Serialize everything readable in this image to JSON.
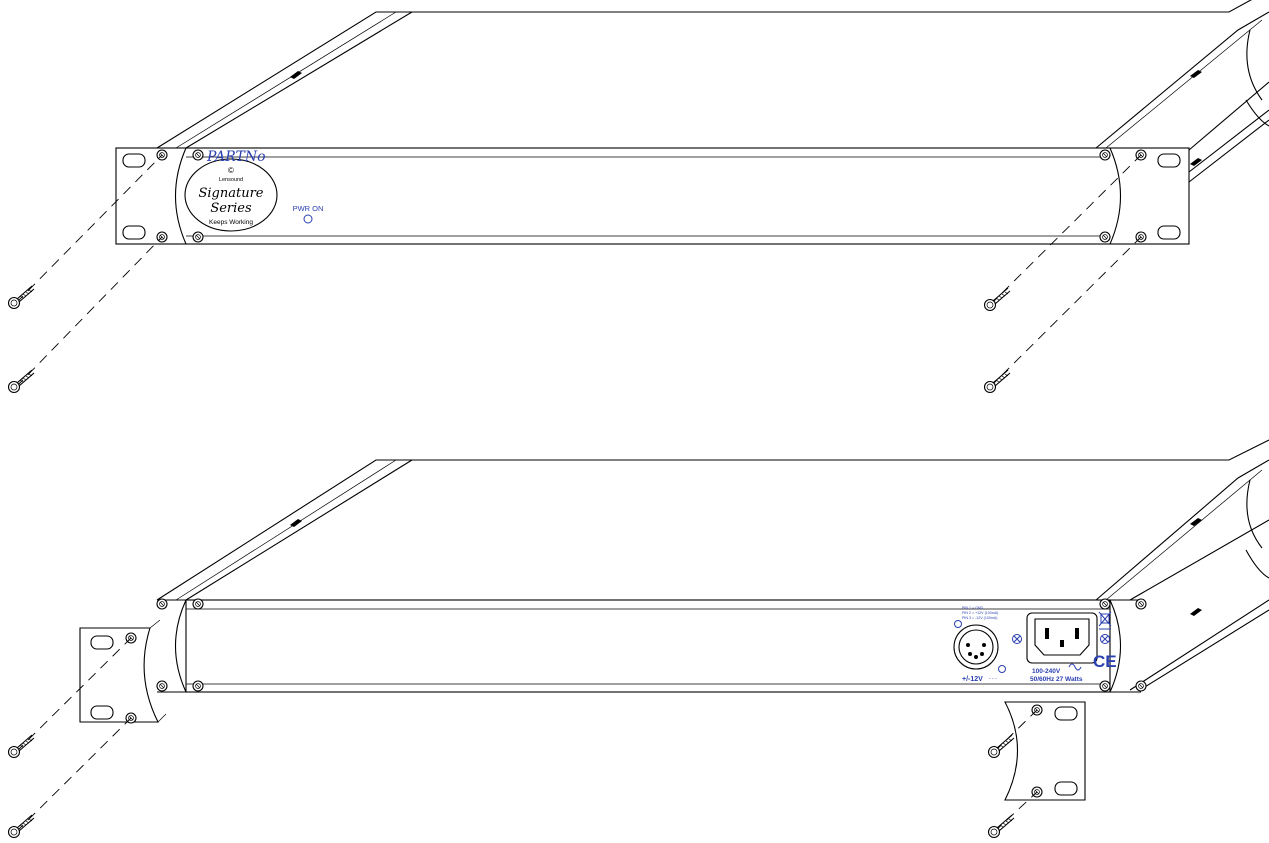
{
  "front_panel": {
    "brand_script": "PARTNo",
    "maker": "Lensound",
    "series_line1": "Signature",
    "series_line2": "Series",
    "tagline": "Keeps Working",
    "led_label": "PWR ON"
  },
  "rear_panel": {
    "xlr_pins": [
      "PIN 1 = GND",
      "PIN 2 = +12V (100mA)",
      "PIN 3 = -12V (100mA)"
    ],
    "dc_label": "+/-12V",
    "ac_voltage": "100-240V",
    "ac_spec": "50/60Hz 27 Watts",
    "ce_mark": "CE"
  },
  "colors": {
    "line": "#000000",
    "print": "#2a3fb0",
    "background": "#ffffff"
  },
  "icons": [
    "screw-icon",
    "xlr-connector-icon",
    "iec-inlet-icon",
    "ce-mark-icon",
    "weee-bin-icon",
    "power-led-icon"
  ]
}
